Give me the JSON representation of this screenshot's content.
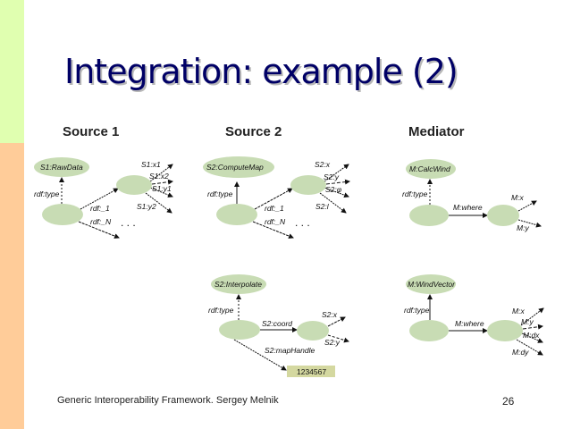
{
  "title": "Integration: example (2)",
  "columns": [
    "Source 1",
    "Source 2",
    "Mediator"
  ],
  "source1": {
    "class": "S1:RawData",
    "type": "rdf:type",
    "p1": "rdf:_1",
    "pn": "rdf:_N",
    "ellipsis": ". . .",
    "x1": "S1:x1",
    "x2": "S1:x2",
    "y1": "S1:y1",
    "y2": "S1:y2"
  },
  "source2": {
    "class": "S2:ComputeMap",
    "type": "rdf:type",
    "p1": "rdf:_1",
    "pn": "rdf:_N",
    "ellipsis": ". . .",
    "x": "S2:x",
    "y": "S2:y",
    "phi": "S2:φ",
    "l": "S2:l"
  },
  "mediator": {
    "class": "M:CalcWind",
    "type": "rdf:type",
    "where": "M:where",
    "x": "M:x",
    "y": "M:y"
  },
  "interpolate": {
    "class": "S2:Interpolate",
    "type": "rdf:type",
    "coord": "S2:coord",
    "x": "S2:x",
    "y": "S2:y",
    "handle": "S2:mapHandle",
    "value": "1234567"
  },
  "windvector": {
    "class": "M:WindVector",
    "type": "rdf:type",
    "where": "M:where",
    "x": "M:x",
    "y": "M:y",
    "dx": "M:dx",
    "dy": "M:dy"
  },
  "footer": {
    "text": "Generic Interoperability Framework. Sergey Melnik",
    "page": "26"
  }
}
